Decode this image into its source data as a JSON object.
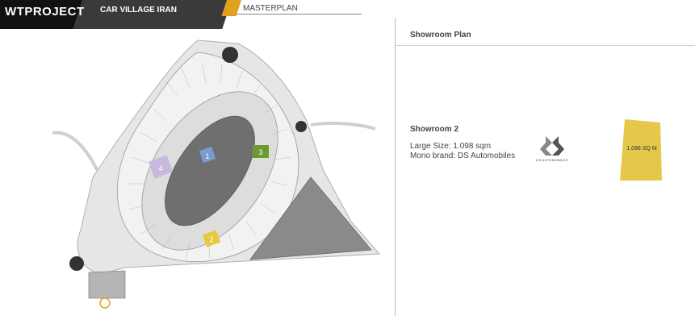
{
  "header": {
    "logo_text": "WTPROJECT",
    "project_title": "CAR VILLAGE IRAN",
    "tab_label": "MASTERPLAN"
  },
  "colors": {
    "logo_bg": "#111111",
    "project_bg": "#3a3a3a",
    "accent": "#e0a020",
    "plot_yellow": "#e5c84a",
    "marker_lilac": "#c8b8e0",
    "marker_blue": "#7a9cd0",
    "marker_green": "#6a9a30",
    "marker_yellow": "#e8c840"
  },
  "map": {
    "markers": [
      {
        "label": "4",
        "name": "lilac"
      },
      {
        "label": "1",
        "name": "blue"
      },
      {
        "label": "3",
        "name": "green"
      },
      {
        "label": "2",
        "name": "yellow"
      }
    ]
  },
  "showroom": {
    "section_title": "Showroom Plan",
    "name": "Showroom  2",
    "size_line": "Large Size:  1.098 sqm",
    "brand_line": "Mono brand: DS Automobiles",
    "brand_caption": "DS AUTOMOBILES",
    "plot_label": "1.098 SQ M"
  }
}
